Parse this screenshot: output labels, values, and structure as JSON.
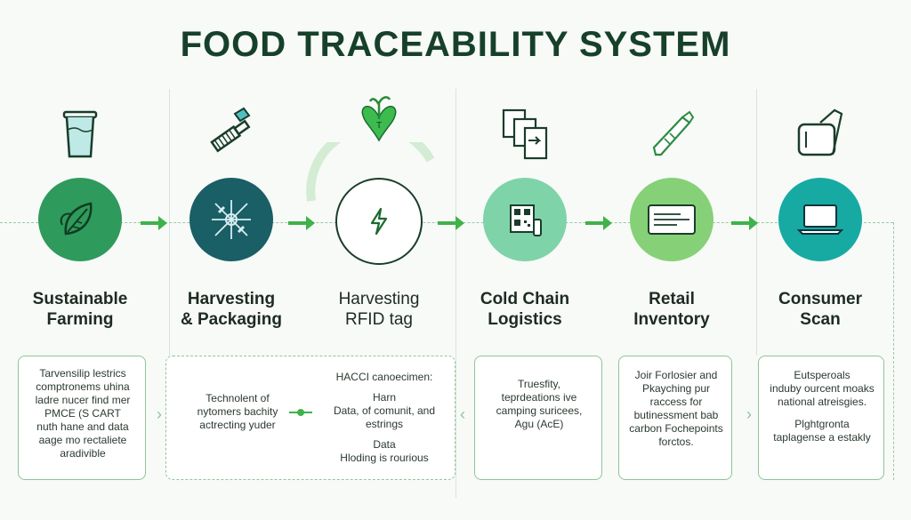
{
  "title": "FOOD TRACEABILITY SYSTEM",
  "stages": [
    {
      "line1": "Sustainable",
      "line2": "Farming",
      "icon": "cup-icon",
      "circle_color": "#2e9a5c",
      "icon_inner": "leaf-icon"
    },
    {
      "line1": "Harvesting",
      "line2": "& Packaging",
      "icon": "tools-icon",
      "circle_color": "#1a5e66",
      "icon_inner": "process-icon"
    },
    {
      "line1": "Harvesting",
      "line2": "RFID tag",
      "icon": "heart-sprout-icon",
      "circle_color": "#ffffff",
      "icon_inner": "bolt-icon"
    },
    {
      "line1": "Cold Chain",
      "line2": "Logistics",
      "icon": "documents-icon",
      "circle_color": "#79cfa4",
      "icon_inner": "qr-code-icon"
    },
    {
      "line1": "Retail",
      "line2": "Inventory",
      "icon": "pen-icon",
      "circle_color": "#7fcc6e",
      "icon_inner": "card-icon"
    },
    {
      "line1": "Consumer",
      "line2": "Scan",
      "icon": "scanner-icon",
      "circle_color": "#13a7a0",
      "icon_inner": "laptop-icon"
    }
  ],
  "cards": {
    "c1": [
      "Tarvensilip lestrics",
      "comptronems uhina",
      "ladre nucer find mer",
      "PMCE (S CART",
      "nuth hane and data",
      "aage mo rectaliete",
      "aradivible"
    ],
    "c2_left": [
      "Technolent of",
      "nytomers bachity",
      "actrecting yuder"
    ],
    "c2_right_heading": "HACCI canoecimen:",
    "c2_right": [
      "Harn",
      "Data, of comunit, and",
      "estrings",
      "",
      "Data",
      "Hloding is rourious"
    ],
    "c3": [
      "Truesfity,",
      "teprdeations ive",
      "camping suricees,",
      "Agu (AcE)"
    ],
    "c4": [
      "Joir Forlosier and",
      "Pkayching pur",
      "raccess for",
      "butinessment bab",
      "carbon Fochepoints",
      "forctos."
    ],
    "c5": [
      "Eutsperoals",
      "induby ourcent moaks",
      "national atreisgies.",
      "",
      "Plghtgronta",
      "taplagense a estakly"
    ]
  }
}
